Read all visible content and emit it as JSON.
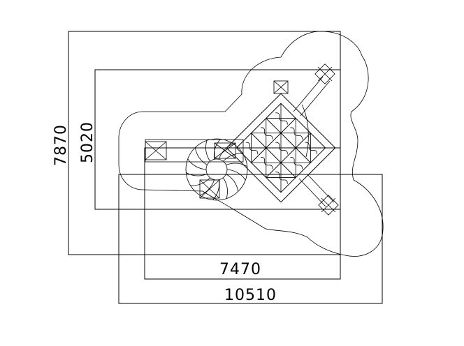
{
  "drawing": {
    "dimensions": {
      "overall_height": "7870",
      "inner_height": "5020",
      "inner_width": "7470",
      "overall_width": "10510"
    },
    "colors": {
      "line": "#000000",
      "background": "#ffffff"
    }
  }
}
